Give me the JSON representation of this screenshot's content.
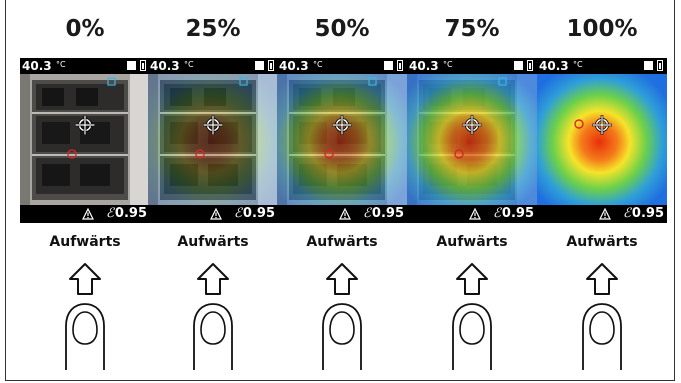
{
  "panels": [
    {
      "percent": "0%",
      "temperature": "40.3",
      "unit": "°C",
      "emissivity_symbol": "ℰ",
      "emissivity": "0.95",
      "action": "Aufwärts",
      "blend": 0.0
    },
    {
      "percent": "25%",
      "temperature": "40.3",
      "unit": "°C",
      "emissivity_symbol": "ℰ",
      "emissivity": "0.95",
      "action": "Aufwärts",
      "blend": 0.25
    },
    {
      "percent": "50%",
      "temperature": "40.3",
      "unit": "°C",
      "emissivity_symbol": "ℰ",
      "emissivity": "0.95",
      "action": "Aufwärts",
      "blend": 0.5
    },
    {
      "percent": "75%",
      "temperature": "40.3",
      "unit": "°C",
      "emissivity_symbol": "ℰ",
      "emissivity": "0.95",
      "action": "Aufwärts",
      "blend": 0.75
    },
    {
      "percent": "100%",
      "temperature": "40.3",
      "unit": "°C",
      "emissivity_symbol": "ℰ",
      "emissivity": "0.95",
      "action": "Aufwärts",
      "blend": 1.0
    }
  ],
  "colors": {
    "thermal_hot": "#e8300a",
    "thermal_warm": "#f6e32a",
    "thermal_mid": "#6cd04a",
    "thermal_cool": "#1f6fe0",
    "cursor_box": "#39b6e8"
  },
  "icons": {
    "gesture": "arrow-up-icon",
    "finger": "finger-tap-icon",
    "warning": "warning-triangle-icon",
    "memory": "sd-card-icon",
    "battery": "battery-icon"
  }
}
